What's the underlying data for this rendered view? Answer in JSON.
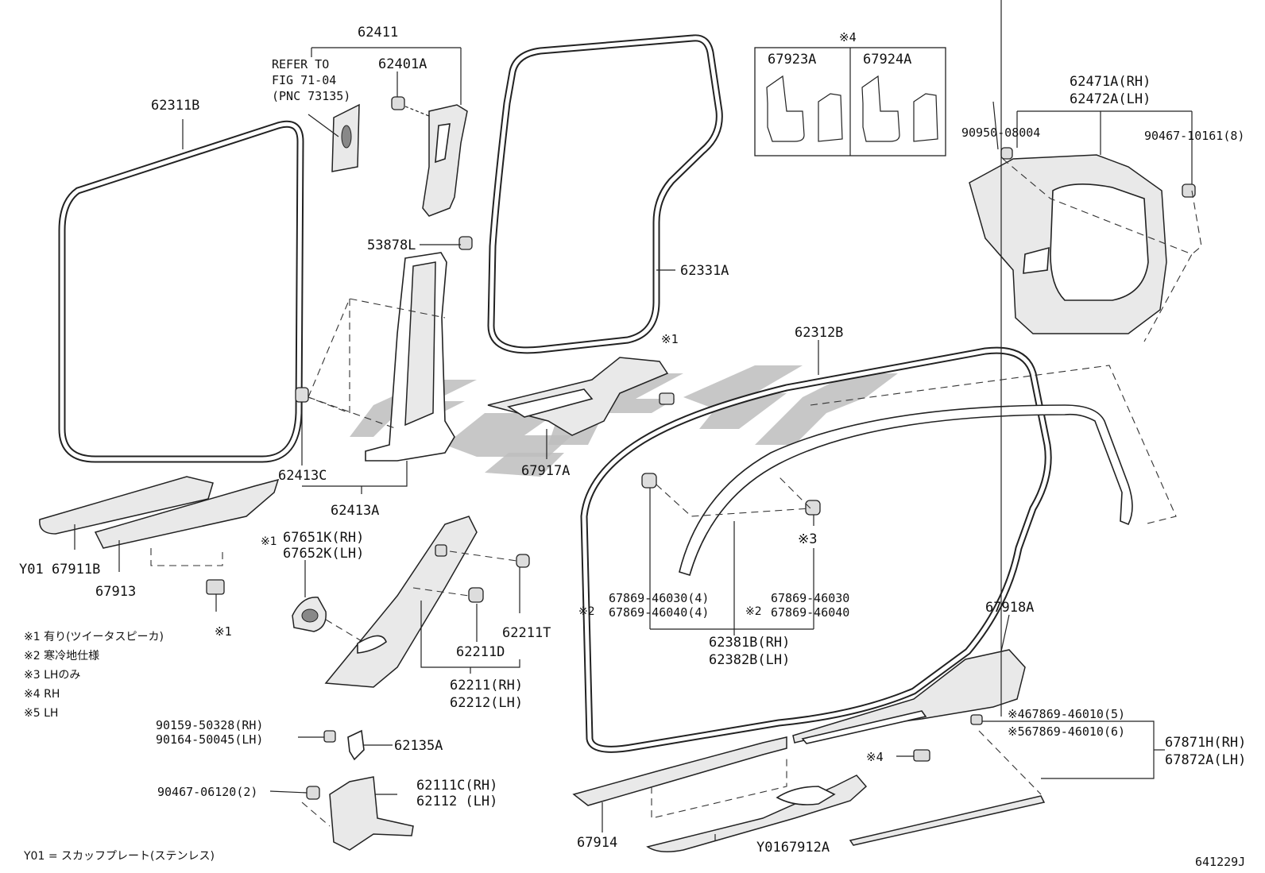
{
  "labels": {
    "p62411": "62411",
    "refer1": "REFER TO",
    "refer2": "FIG 71-04",
    "refer3": "(PNC 73135)",
    "p62401A": "62401A",
    "p62311B": "62311B",
    "p53878L": "53878L",
    "p62413C": "62413C",
    "p62413A": "62413A",
    "p62331A": "62331A",
    "star4": "※4",
    "p67923A": "67923A",
    "p67924A": "67924A",
    "p62471A": "62471A(RH)",
    "p62472A": "62472A(LH)",
    "p90950": "90950-08004",
    "p90467_10161": "90467-10161(8)",
    "star1a": "※1",
    "p62312B": "62312B",
    "p67917A": "67917A",
    "p67911B": "Y01 67911B",
    "p67913": "67913",
    "star1b": "※1",
    "star1c": "※1",
    "p67651K": "67651K(RH)",
    "p67652K": "67652K(LH)",
    "p62211T": "62211T",
    "p62211D": "62211D",
    "p62211": "62211(RH)",
    "p62212": "62212(LH)",
    "star3": "※3",
    "star2a": "※2",
    "p67869_46030_4": "67869-46030(4)",
    "p67869_46040_4": "67869-46040(4)",
    "star2b": "※2",
    "p67869_46030": "67869-46030",
    "p67869_46040": "67869-46040",
    "p62381B": "62381B(RH)",
    "p62382B": "62382B(LH)",
    "p67918A": "67918A",
    "p46010_5": "※467869-46010(5)",
    "p46010_6": "※567869-46010(6)",
    "p67871H": "67871H(RH)",
    "p67872A": "67872A(LH)",
    "star4b": "※4",
    "p90159": "90159-50328(RH)",
    "p90164": "90164-50045(LH)",
    "p62135A": "62135A",
    "p90467_06120": "90467-06120(2)",
    "p62111C": "62111C(RH)",
    "p62112": "62112 (LH)",
    "p67914": "67914",
    "p67912A": "Y0167912A",
    "diagram_id": "641229J"
  },
  "notes": [
    "※1 有り(ツイータスピーカ)",
    "※2 寒冷地仕様",
    "※3 LHのみ",
    "※4 RH",
    "※5 LH"
  ],
  "footnote": "Y01 = スカッフプレート(ステンレス)"
}
